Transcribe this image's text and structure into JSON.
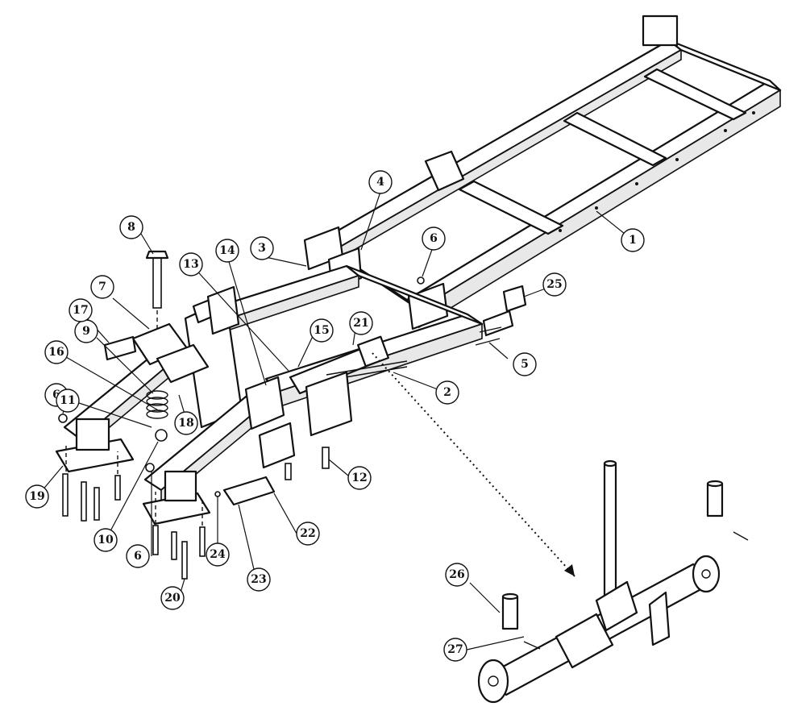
{
  "callouts": [
    {
      "id": "1",
      "label": "1"
    },
    {
      "id": "2",
      "label": "2"
    },
    {
      "id": "3",
      "label": "3"
    },
    {
      "id": "4",
      "label": "4"
    },
    {
      "id": "5",
      "label": "5"
    },
    {
      "id": "6a",
      "label": "6"
    },
    {
      "id": "6b",
      "label": "6"
    },
    {
      "id": "6c",
      "label": "6"
    },
    {
      "id": "7",
      "label": "7"
    },
    {
      "id": "8",
      "label": "8"
    },
    {
      "id": "9",
      "label": "9"
    },
    {
      "id": "10",
      "label": "10"
    },
    {
      "id": "11",
      "label": "11"
    },
    {
      "id": "12",
      "label": "12"
    },
    {
      "id": "13",
      "label": "13"
    },
    {
      "id": "14",
      "label": "14"
    },
    {
      "id": "15",
      "label": "15"
    },
    {
      "id": "16",
      "label": "16"
    },
    {
      "id": "17",
      "label": "17"
    },
    {
      "id": "18",
      "label": "18"
    },
    {
      "id": "19",
      "label": "19"
    },
    {
      "id": "20",
      "label": "20"
    },
    {
      "id": "21",
      "label": "21"
    },
    {
      "id": "22",
      "label": "22"
    },
    {
      "id": "23",
      "label": "23"
    },
    {
      "id": "24",
      "label": "24"
    },
    {
      "id": "25",
      "label": "25"
    },
    {
      "id": "26",
      "label": "26"
    },
    {
      "id": "27",
      "label": "27"
    }
  ]
}
